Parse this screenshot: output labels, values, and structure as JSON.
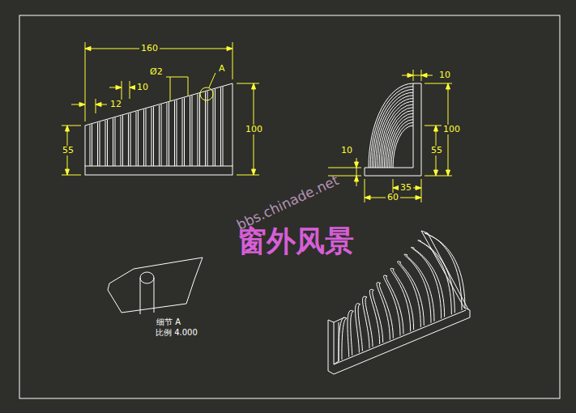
{
  "diagram": {
    "labels": [
      "160",
      "Ø2",
      "A",
      "10",
      "12",
      "100",
      "55",
      "10",
      "100",
      "55",
      "10",
      "35",
      "60",
      "bbs.chinade.net",
      "窗外风景",
      "细节 A",
      "比例 4.000"
    ]
  }
}
